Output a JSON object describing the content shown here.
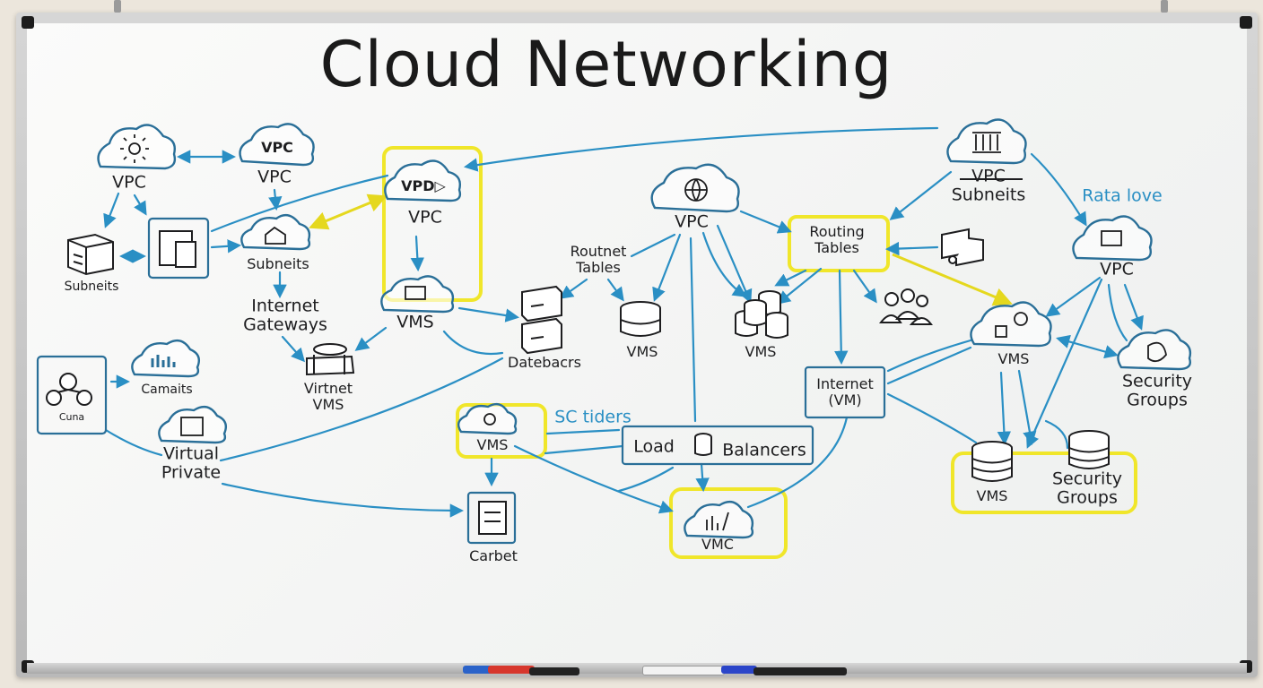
{
  "title": "Cloud Networking",
  "labels": {
    "vpc_1": "VPC",
    "vpc_2": "VPC",
    "vpc_2_icon": "VPC",
    "vpc_center": "VPC",
    "vpc_center_icon": "VPD▷",
    "vpc_cloud_center": "VPC",
    "vpc_subnets": "VPC\nSubneits",
    "data_love": "Rata love",
    "vpc_right": "VPC",
    "subnets_left": "Subneits",
    "subnets_mid": "Subneits",
    "internet_gateways": "Internet\nGateways",
    "vms_center": "VMS",
    "routnet_tables": "Routnet\nTables",
    "routing_tables": "Routing\nTables",
    "databases": "Datebacrs",
    "vms_db": "VMS",
    "vms_db2": "VMS",
    "vms_right": "VMS",
    "security_groups_right": "Security\nGroups",
    "camaits": "Camaits",
    "cuna": "Cuna",
    "virtnet_vms": "Virtnet\nVMS",
    "virtual_private": "Virtual\nPrivate",
    "internet_vm": "Internet\n(VМ)",
    "sc_tiders": "SC tiders",
    "vms_lower": "VMS",
    "load": "Load",
    "balancers": "Balancers",
    "vms_bottom_right": "VMS",
    "security_groups_bottom": "Security\nGroups",
    "carbet": "Carbet",
    "vmc": "VMC"
  },
  "colors": {
    "ink": "#1d1d1f",
    "connector_blue": "#2a8fc4",
    "highlight_yellow": "#f0e62a",
    "icon_blue": "#2a6f98",
    "board": "#f6f7f6"
  },
  "icons": [
    "sun-cloud-icon",
    "vpc-cloud-icon",
    "vpn-cloud-icon",
    "globe-cloud-icon",
    "building-cloud-icon",
    "server-rack-icon",
    "device-box-icon",
    "subnet-cloud-icon",
    "monitor-cloud-icon",
    "database-icon",
    "server-stack-icon",
    "people-icon",
    "security-cloud-icon",
    "router-cloud-icon",
    "chart-cloud-icon",
    "tower-cloud-icon",
    "gear-cloud-icon",
    "storage-box-icon",
    "modem-icon"
  ],
  "markers": [
    "blue-marker",
    "red-marker",
    "black-marker",
    "black-marker-2"
  ]
}
